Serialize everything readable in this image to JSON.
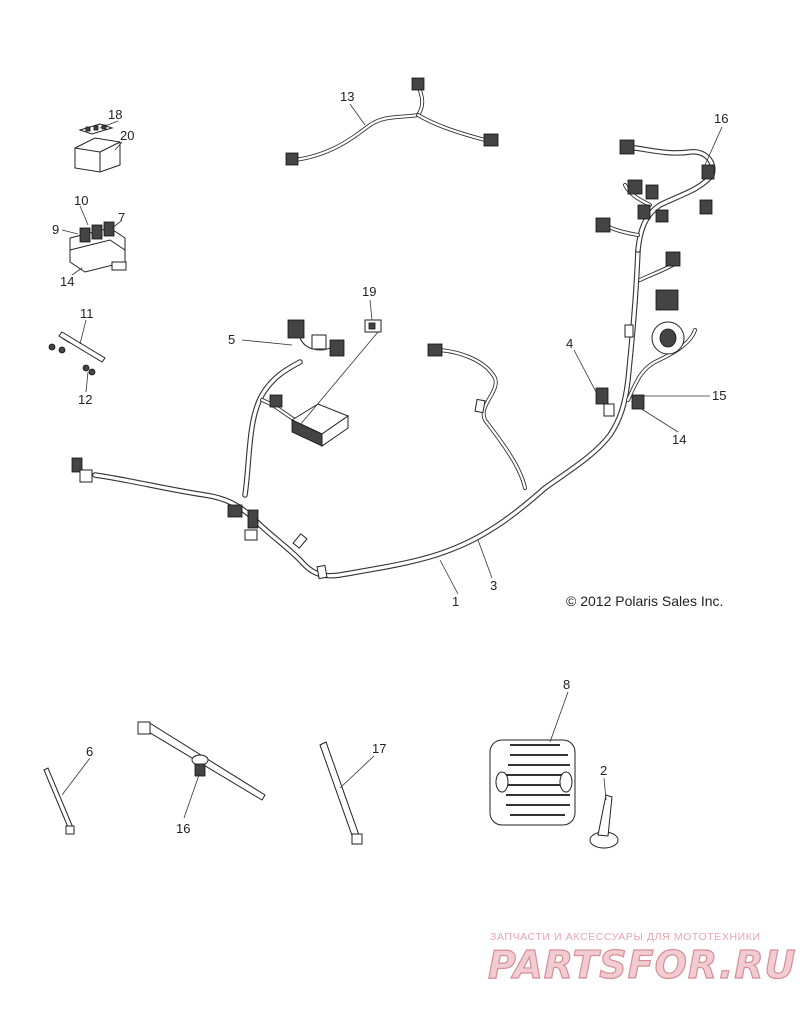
{
  "diagram": {
    "copyright": "© 2012 Polaris Sales Inc.",
    "callouts": {
      "c1": "1",
      "c2": "2",
      "c3": "3",
      "c4": "4",
      "c5": "5",
      "c6": "6",
      "c7": "7",
      "c8": "8",
      "c9": "9",
      "c10": "10",
      "c11": "11",
      "c12": "12",
      "c13": "13",
      "c14a": "14",
      "c14b": "14",
      "c15": "15",
      "c16a": "16",
      "c16b": "16",
      "c17": "17",
      "c18": "18",
      "c19": "19",
      "c20": "20"
    }
  },
  "watermark": {
    "tagline": "ЗАПЧАСТИ И АКСЕССУАРЫ ДЛЯ МОТОТЕХНИКИ",
    "brand": "PARTSFOR.RU"
  }
}
